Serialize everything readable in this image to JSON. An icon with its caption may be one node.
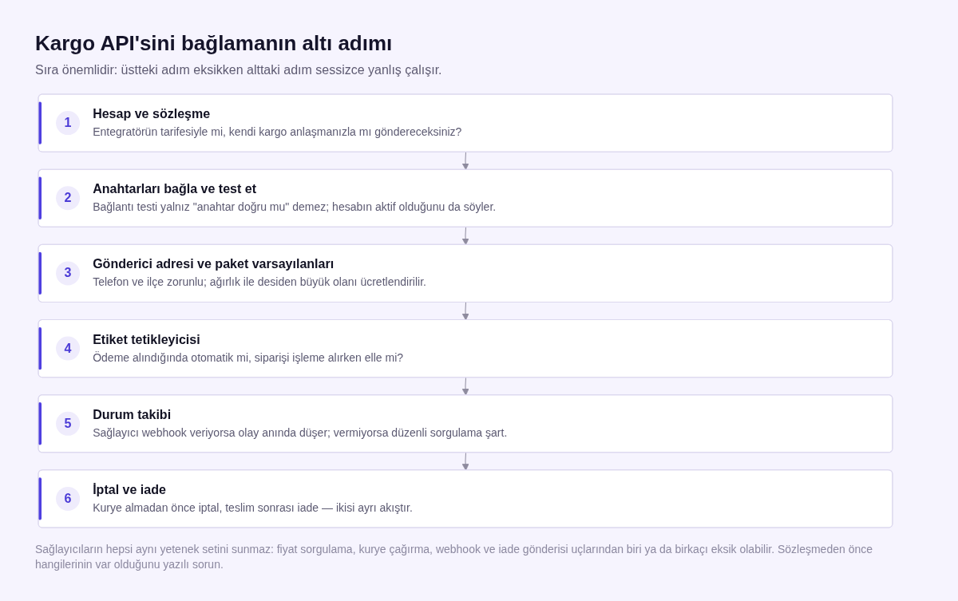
{
  "diagram": {
    "title": "Kargo API'sini bağlamanın altı adımı",
    "labels": [
      "Sıra önemlidir: üstteki adım eksikken alttaki adım sessizce yanlış çalışır."
    ],
    "nodes": [
      {
        "text": [
          "1",
          "Hesap ve sözleşme",
          "Entegratörün tarifesiyle mi, kendi kargo anlaşmanızla mı göndereceksiniz?"
        ]
      },
      {
        "text": [
          "2",
          "Anahtarları bağla ve test et",
          "Bağlantı testi yalnız \"anahtar doğru mu\" demez; hesabın aktif olduğunu da söyler."
        ]
      },
      {
        "text": [
          "3",
          "Gönderici adresi ve paket varsayılanları",
          "Telefon ve ilçe zorunlu; ağırlık ile desiden büyük olanı ücretlendirilir."
        ]
      },
      {
        "text": [
          "4",
          "Etiket tetikleyicisi",
          "Ödeme alındığında otomatik mi, siparişi işleme alırken elle mi?"
        ]
      },
      {
        "text": [
          "5",
          "Durum takibi",
          "Sağlayıcı webhook veriyorsa olay anında düşer; vermiyorsa düzenli sorgulama şart."
        ]
      },
      {
        "text": [
          "6",
          "İptal ve iade",
          "Kurye almadan önce iptal, teslim sonrası iade — ikisi ayrı akıştır."
        ]
      }
    ],
    "edges": [
      {
        "from": 0,
        "to": 1,
        "arrow": "to"
      },
      {
        "from": 1,
        "to": 2,
        "arrow": "to"
      },
      {
        "from": 2,
        "to": 3,
        "arrow": "to"
      },
      {
        "from": 3,
        "to": 4,
        "arrow": "to"
      },
      {
        "from": 4,
        "to": 5,
        "arrow": "to"
      }
    ],
    "caption": "Sağlayıcıların hepsi aynı yetenek setini sunmaz: fiyat sorgulama, kurye çağırma, webhook ve iade gönderisi uçlarından biri ya da birkaçı eksik olabilir. Sözleşmeden önce hangilerinin var olduğunu yazılı sorun."
  }
}
